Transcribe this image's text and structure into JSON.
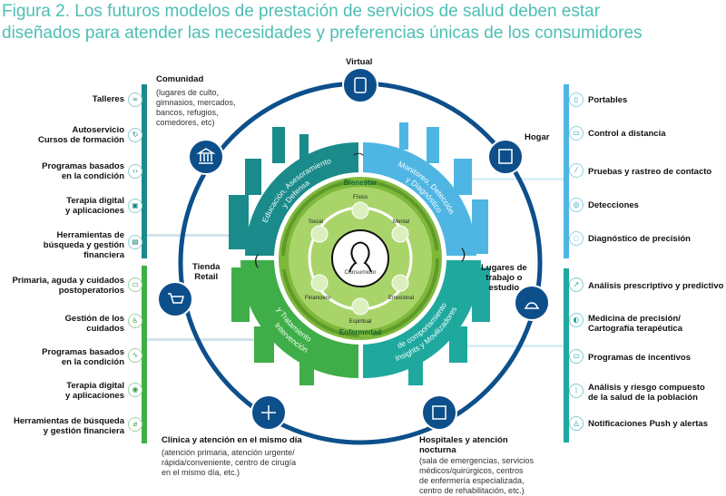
{
  "title": [
    "Figura 2. Los futuros modelos de prestación de servicios de salud deben estar",
    "diseñados para atender las necesidades y preferencias únicas de los consumidores"
  ],
  "colors": {
    "title": "#4dbfb3",
    "ring": "#0d4f8b",
    "teal": "#1b8a8a",
    "blue": "#4fb6e3",
    "green": "#3fae49",
    "aqua": "#1fa89e",
    "lime": "#8cc63f"
  },
  "places": {
    "virtual": "Virtual",
    "comunidad": "Comunidad",
    "comunidad_sub": [
      "(lugares de culto,",
      "gimnasios, mercados,",
      "bancos, refugios,",
      "comedores, etc)"
    ],
    "hogar": "Hogar",
    "tienda": [
      "Tienda",
      "Retail"
    ],
    "trabajo": [
      "Lugares de",
      "trabajo o",
      "estudio"
    ],
    "clinica": "Clínica y atención en el mismo día",
    "clinica_sub": [
      "(atención primaria, atención urgente/",
      "rápida/conveniente, centro de cirugía",
      "en el mismo día, etc.)"
    ],
    "hospital": [
      "Hospitales y atención",
      "nocturna"
    ],
    "hospital_sub": [
      "(sala de emergencias, servicios",
      "médicos/quirúrgicos, centros",
      "de enfermería especializada,",
      "centro de rehabilitación, etc.)"
    ]
  },
  "left_top": [
    [
      "Talleres"
    ],
    [
      "Autoservicio",
      "Cursos de formación"
    ],
    [
      "Programas basados",
      "en la condición"
    ],
    [
      "Terapia digital",
      "y aplicaciones"
    ],
    [
      "Herramientas de",
      "búsqueda y gestión",
      "financiera"
    ]
  ],
  "left_bottom": [
    [
      "Primaria, aguda y cuidados",
      "postoperatorios"
    ],
    [
      "Gestión de los",
      "cuidados"
    ],
    [
      "Programas basados",
      "en la condición"
    ],
    [
      "Terapia digital",
      "y aplicaciones"
    ],
    [
      "Herramientas de búsqueda",
      "y gestión financiera"
    ]
  ],
  "right_top": [
    [
      "Portables"
    ],
    [
      "Control a distancia"
    ],
    [
      "Pruebas y rastreo de contacto"
    ],
    [
      "Detecciones"
    ],
    [
      "Diagnóstico de precisión"
    ]
  ],
  "right_bottom": [
    [
      "Análisis prescriptivo y predictivo"
    ],
    [
      "Medicina de precisión/",
      "Cartografía terapéutica"
    ],
    [
      "Programas de incentivos"
    ],
    [
      "Análisis y riesgo compuesto",
      "de la salud de la población"
    ],
    [
      "Notificaciones Push y alertas"
    ]
  ],
  "sectors": {
    "tl": [
      "Educación, Asesoramiento",
      "y Defensa"
    ],
    "tr": [
      "Monitoreo, Detección",
      "y Diagnóstico"
    ],
    "bl": [
      "Intervención",
      "y Tratamiento"
    ],
    "br": [
      "Insights y Movilizadores",
      "de comportamiento"
    ]
  },
  "core": {
    "top": "Bienestar",
    "bottom": "Enfermedad",
    "center": "Consumidor",
    "dims": [
      "Físico",
      "Mental",
      "Emocional",
      "Espiritual",
      "Financiero",
      "Social"
    ]
  }
}
